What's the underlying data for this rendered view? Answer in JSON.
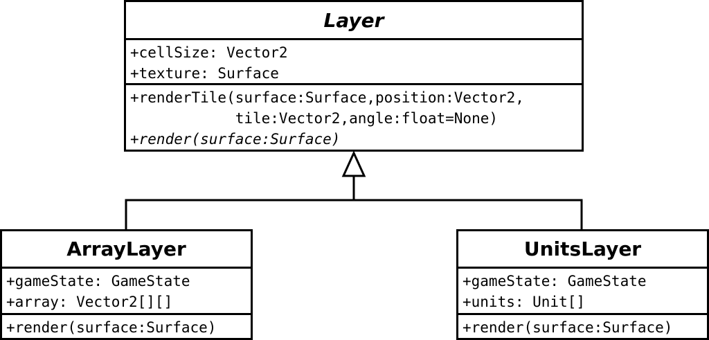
{
  "classes": {
    "layer": {
      "name": "Layer",
      "attributes": [
        "+cellSize: Vector2",
        "+texture: Surface"
      ],
      "methods": [
        "+renderTile(surface:Surface,position:Vector2,",
        "            tile:Vector2,angle:float=None)",
        "+render(surface:Surface)"
      ]
    },
    "array_layer": {
      "name": "ArrayLayer",
      "attributes": [
        "+gameState: GameState",
        "+array: Vector2[][]"
      ],
      "methods": [
        "+render(surface:Surface)"
      ]
    },
    "units_layer": {
      "name": "UnitsLayer",
      "attributes": [
        "+gameState: GameState",
        "+units: Unit[]"
      ],
      "methods": [
        "+render(surface:Surface)"
      ]
    }
  }
}
